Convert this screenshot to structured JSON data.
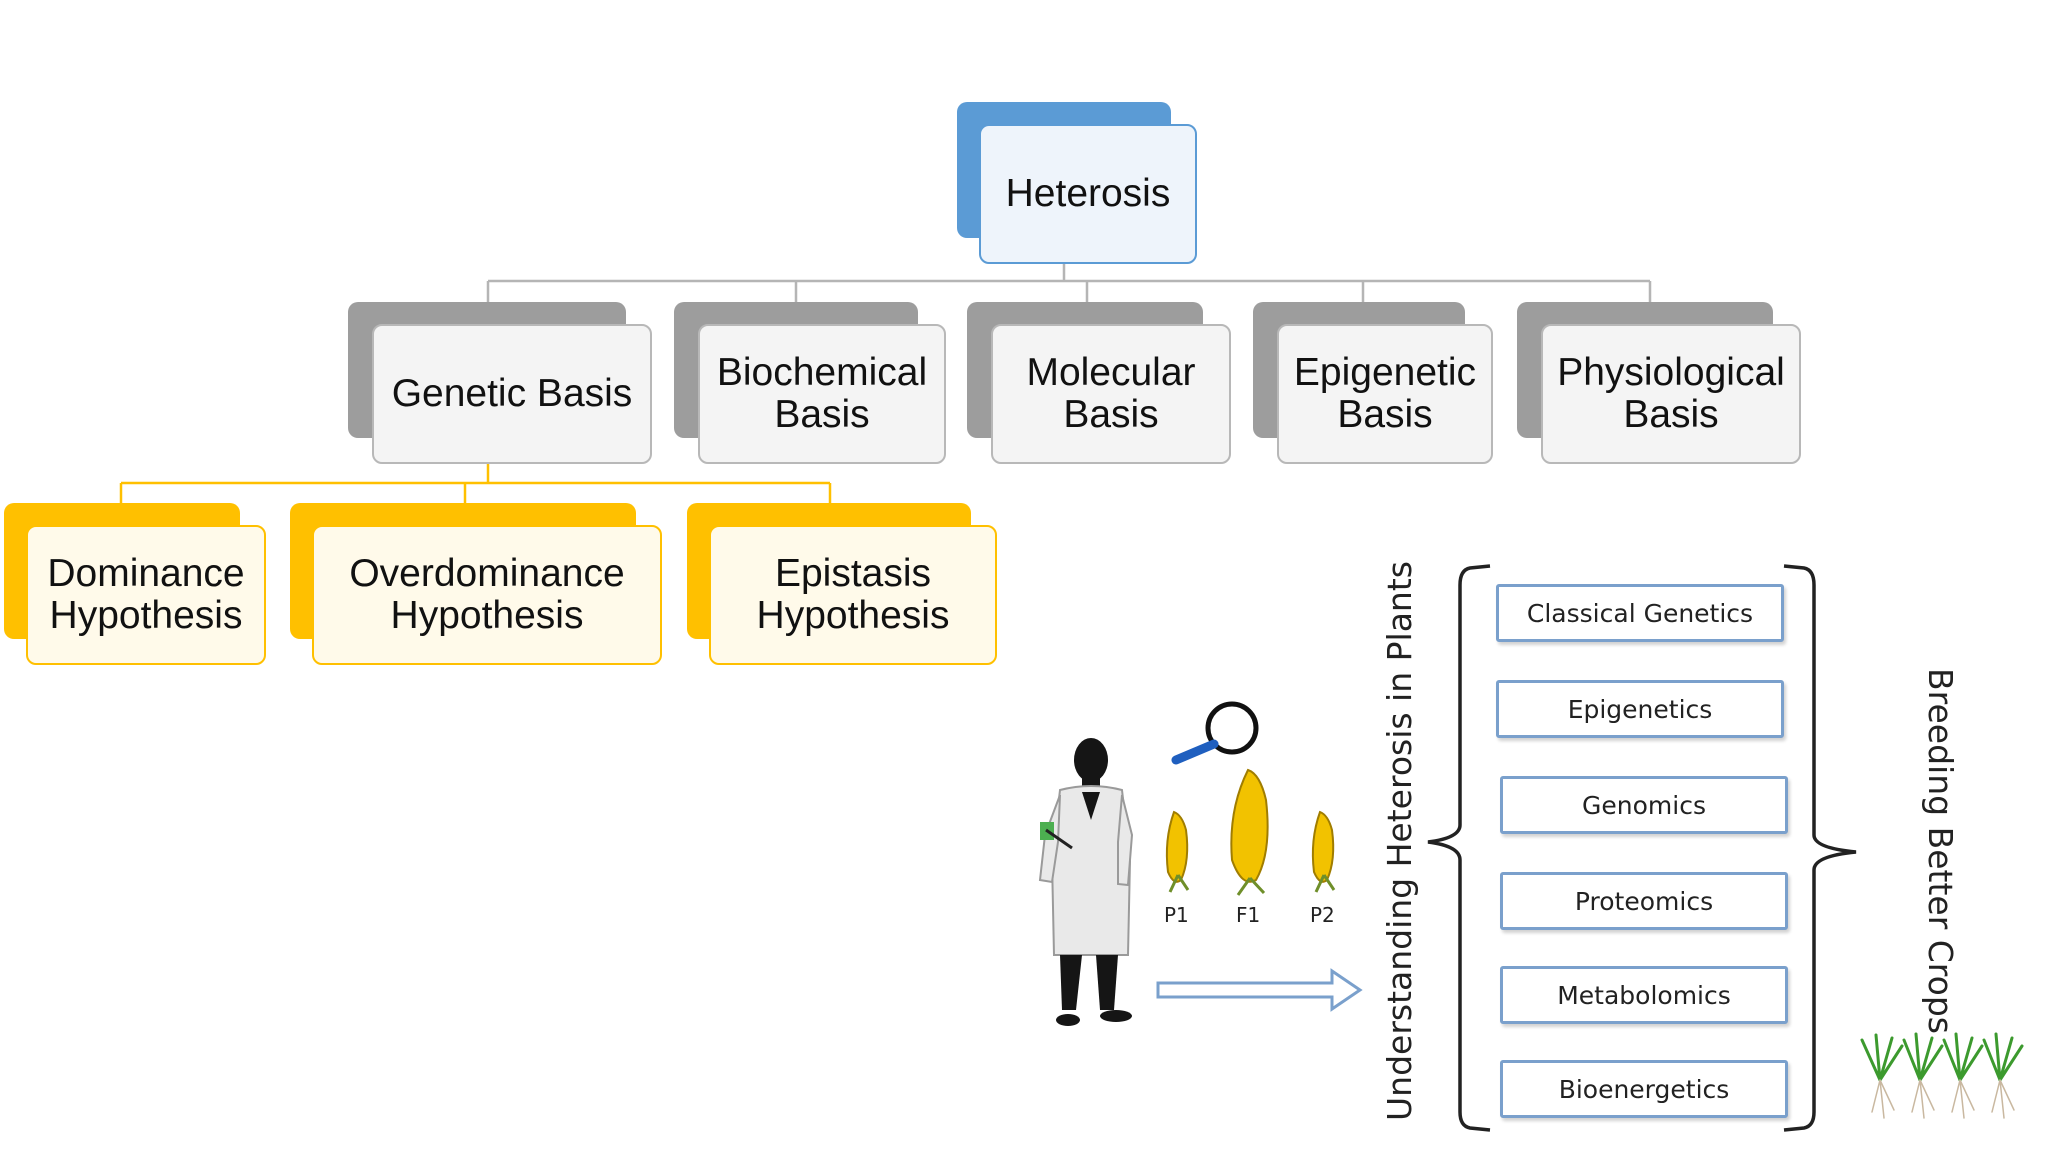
{
  "root": {
    "label": "Heterosis"
  },
  "bases": [
    {
      "label": "Genetic Basis"
    },
    {
      "label": "Biochemical Basis"
    },
    {
      "label": "Molecular Basis"
    },
    {
      "label": "Epigenetic Basis"
    },
    {
      "label": "Physiological Basis"
    }
  ],
  "hypotheses": [
    {
      "label": "Dominance Hypothesis"
    },
    {
      "label": "Overdominance Hypothesis"
    },
    {
      "label": "Epistasis Hypothesis"
    }
  ],
  "illustration": {
    "parent_labels": [
      "P1",
      "F1",
      "P2"
    ],
    "left_title": "Understanding Heterosis in Plants",
    "right_title": "Breeding Better Crops",
    "omics": [
      "Classical Genetics",
      "Epigenetics",
      "Genomics",
      "Proteomics",
      "Metabolomics",
      "Bioenergetics"
    ]
  },
  "colors": {
    "root_accent": "#5b9bd5",
    "basis_accent": "#9d9d9d",
    "hypothesis_accent": "#ffc000",
    "omics_border": "#7aa0cc",
    "corn": "#f2c200"
  }
}
